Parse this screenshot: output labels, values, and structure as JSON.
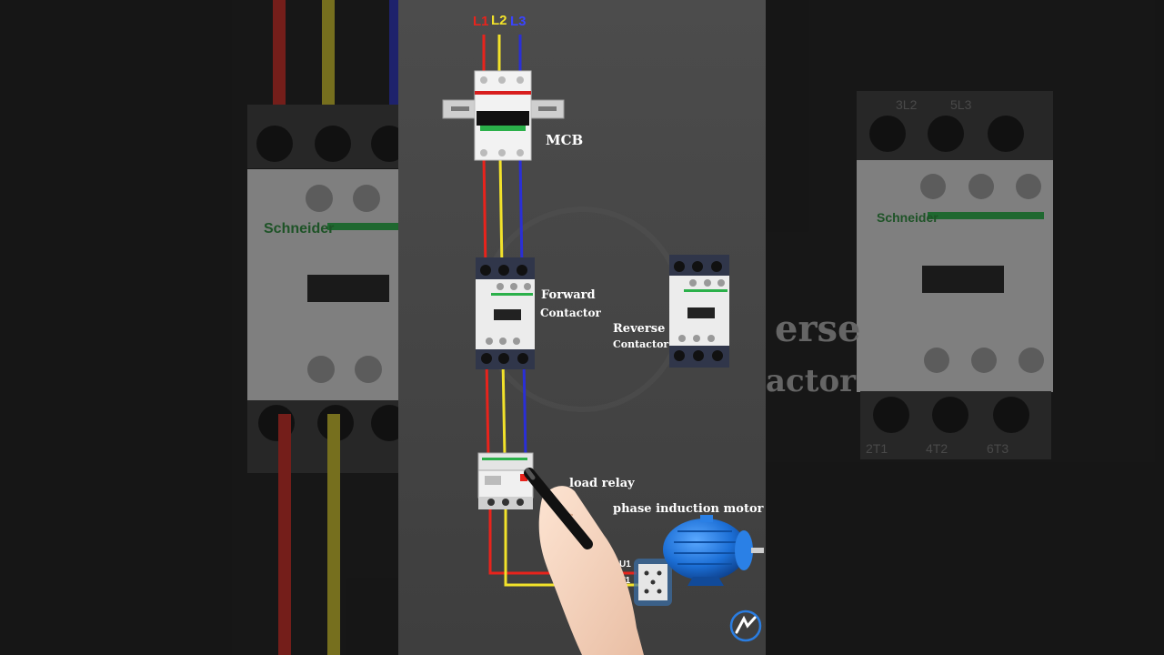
{
  "phases": {
    "l1": "L1",
    "l2": "L2",
    "l3": "L3"
  },
  "labels": {
    "mcb": "MCB",
    "forward_line1": "Forward",
    "forward_line2": "Contactor",
    "reverse_line1": "Reverse",
    "reverse_line2": "Contactor",
    "overload": "load relay",
    "motor": "phase induction motor",
    "u1": "U1",
    "v1": "V1",
    "bg_left_brand": "Schneider",
    "bg_right_brand": "Schneider",
    "bg_right_text1": "erse",
    "bg_right_text2": "actor",
    "bg_right_top": "3L2",
    "bg_right_top2": "5L3",
    "bg_right_bottom1": "2T1",
    "bg_right_bottom2": "4T2",
    "bg_right_bottom3": "6T3"
  },
  "colors": {
    "l1": "#e8231c",
    "l2": "#f2e22a",
    "l3": "#2a2fd6",
    "panel": "#4a4a4a",
    "side": "#1b1b1b"
  },
  "icons": {
    "hand": "hand-with-marker-icon",
    "logo": "channel-logo-icon",
    "motor": "motor-icon"
  }
}
